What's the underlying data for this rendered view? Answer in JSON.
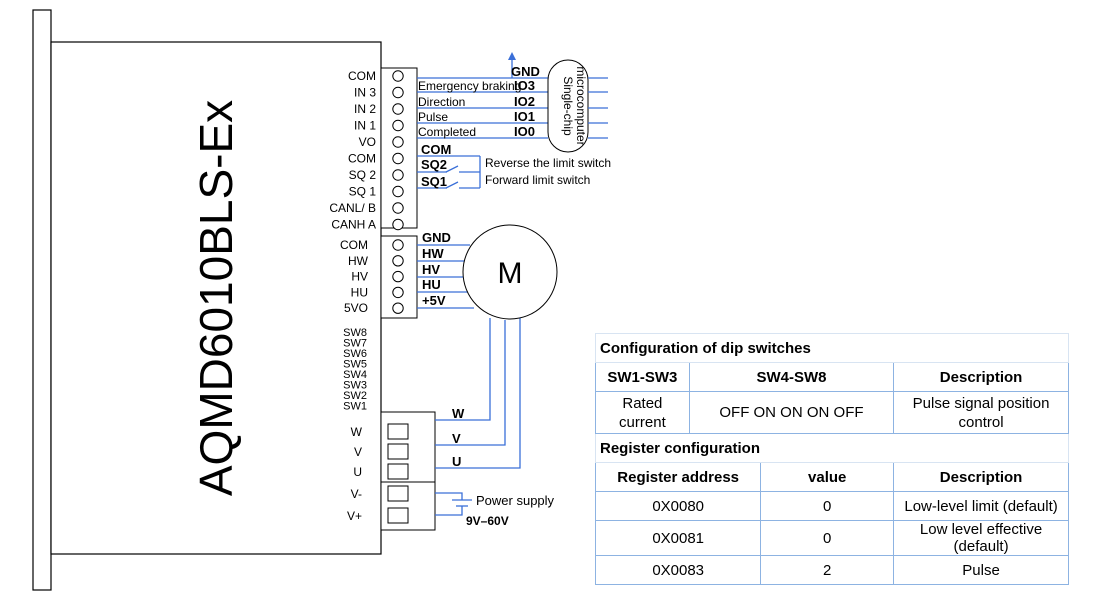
{
  "driver": {
    "model": "AQMD6010BLS-Ex",
    "upper_pins": [
      "COM",
      "IN3",
      "IN2",
      "IN1",
      "VO",
      "COM",
      "SQ2",
      "SQ1",
      "CANL/ B",
      "CANH A"
    ],
    "hall_pins": [
      "COM",
      "HW",
      "HV",
      "HU",
      "5VO"
    ],
    "dip_labels": [
      "SW8",
      "SW7",
      "SW6",
      "SW5",
      "SW4",
      "SW3",
      "SW2",
      "SW1"
    ],
    "power_pins": [
      "W",
      "V",
      "U",
      "V-",
      "V+"
    ]
  },
  "signals": {
    "io_gnd": "GND",
    "io": [
      {
        "desc": "Emergency braking",
        "name": "IO3"
      },
      {
        "desc": "Direction",
        "name": "IO2"
      },
      {
        "desc": "Pulse",
        "name": "IO1"
      },
      {
        "desc": "Completed",
        "name": "IO0"
      }
    ],
    "com": "COM",
    "limits": [
      {
        "name": "SQ2",
        "desc": "Reverse the limit switch"
      },
      {
        "name": "SQ1",
        "desc": "Forward limit switch"
      }
    ],
    "mcu": "Single-chip microcomputer",
    "hall": [
      "GND",
      "HW",
      "HV",
      "HU",
      "+5V"
    ],
    "motor": "M",
    "phases": [
      "W",
      "V",
      "U"
    ],
    "power_supply": "Power supply",
    "voltage": "9V–60V"
  },
  "dip_table": {
    "title": "Configuration of dip switches",
    "headers": [
      "SW1-SW3",
      "SW4-SW8",
      "Description"
    ],
    "row": [
      "Rated current",
      "OFF ON ON ON OFF",
      "Pulse signal position control"
    ]
  },
  "register_table": {
    "title": "Register configuration",
    "headers": [
      "Register address",
      "value",
      "Description"
    ],
    "rows": [
      [
        "0X0080",
        "0",
        "Low-level limit (default)"
      ],
      [
        "0X0081",
        "0",
        "Low level effective (default)"
      ],
      [
        "0X0083",
        "2",
        "Pulse"
      ]
    ]
  },
  "colors": {
    "wire": "#3a6fd8",
    "outline": "#000000"
  }
}
